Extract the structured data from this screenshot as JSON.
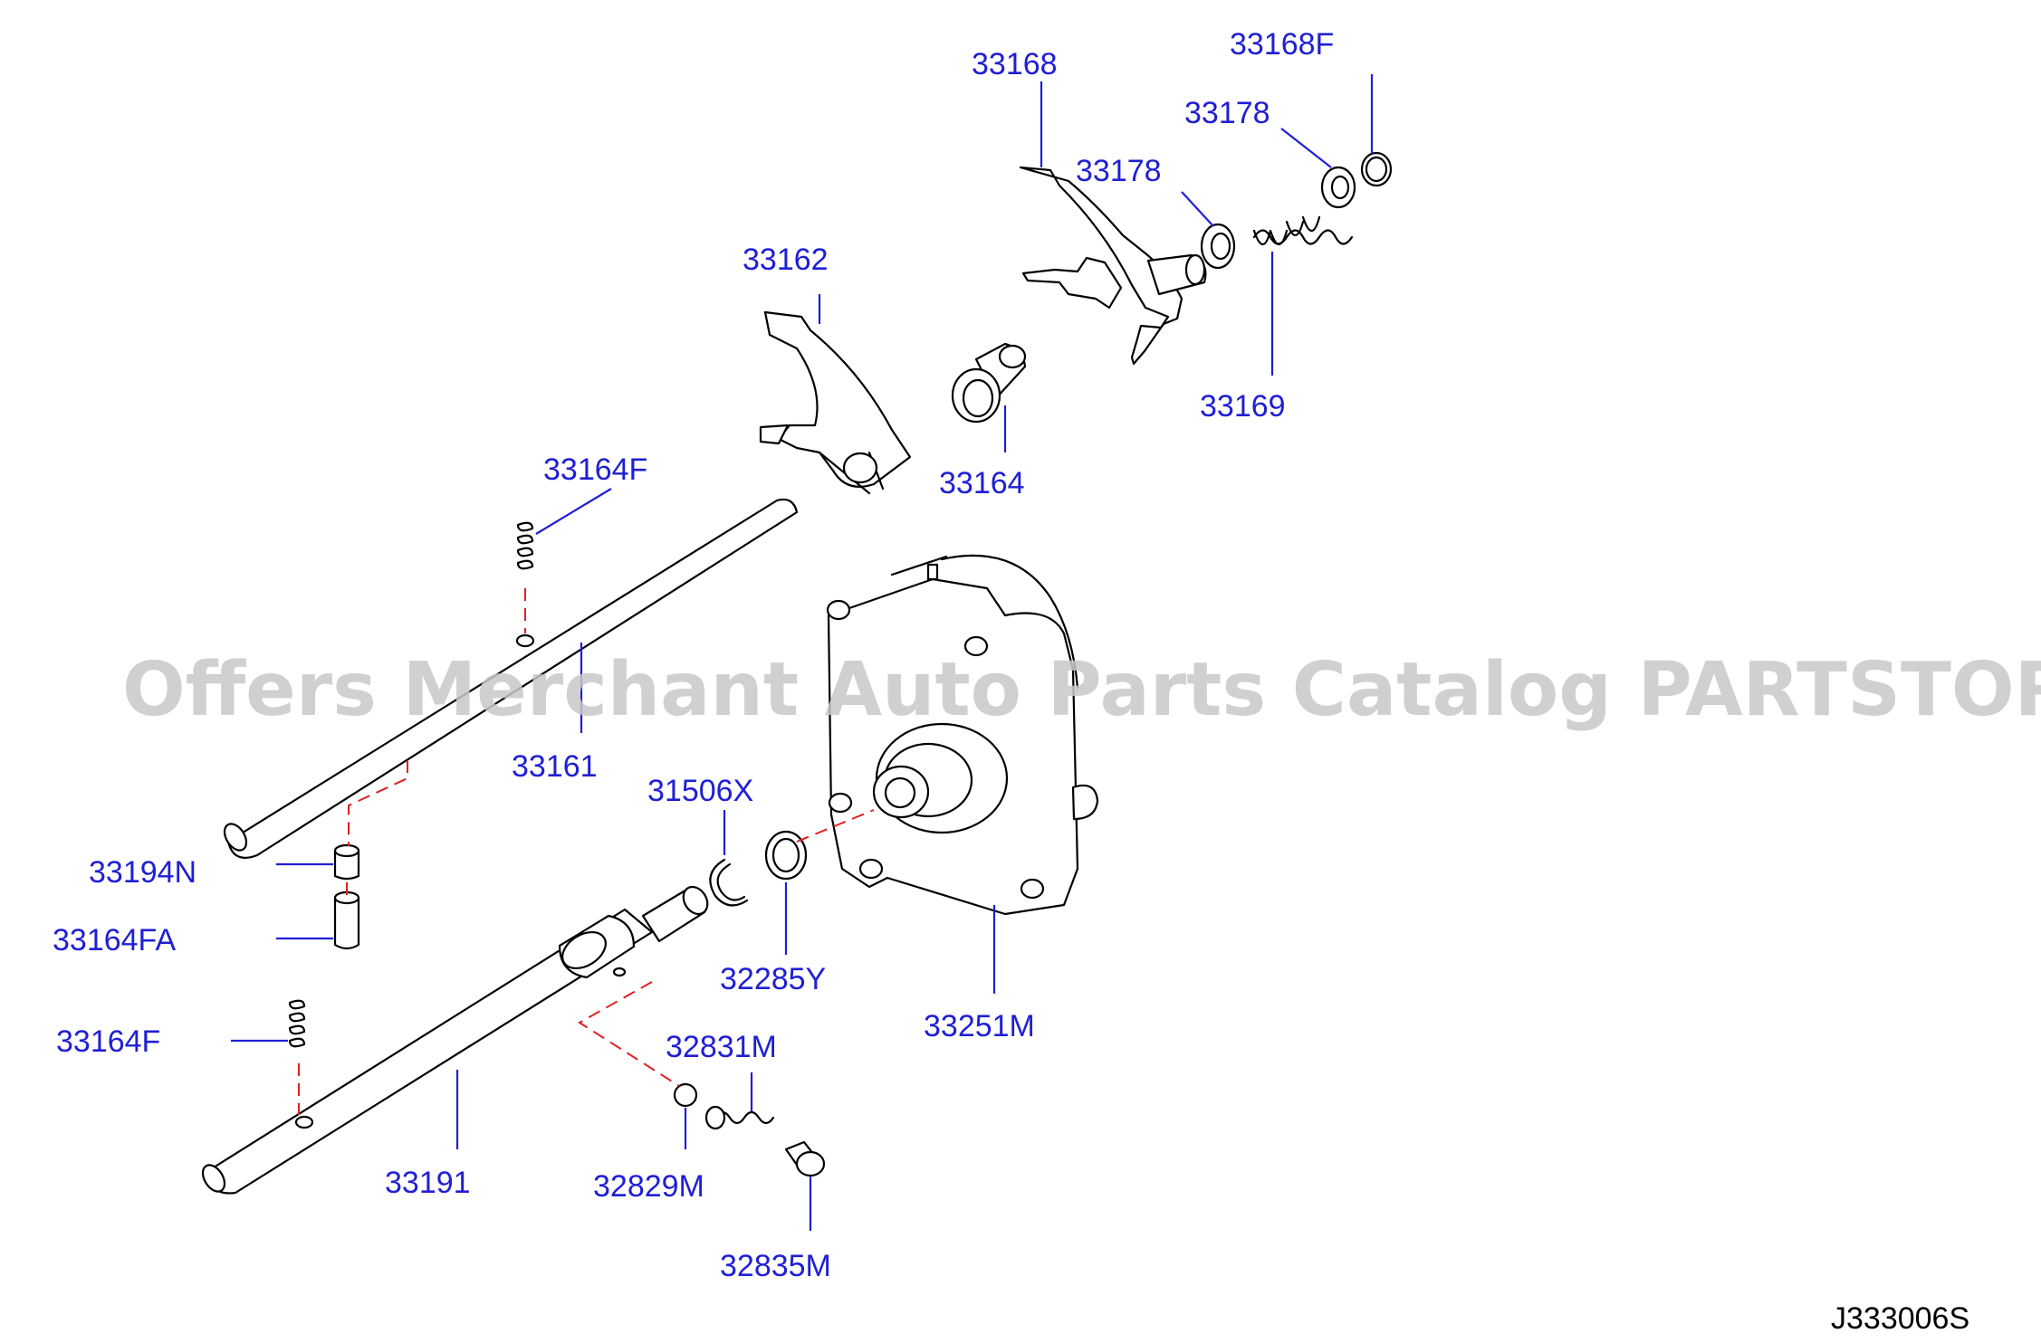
{
  "watermark": "Offers Merchant Auto Parts Catalog PARTSTORE.SA",
  "diagram_code": "J333006S",
  "colors": {
    "label": "#1f1fd6",
    "guide": "#e02020",
    "ink": "#000000",
    "watermark": "#c8c8c8"
  },
  "parts": [
    {
      "id": "p1",
      "label": "33168"
    },
    {
      "id": "p2",
      "label": "33168F"
    },
    {
      "id": "p3",
      "label": "33178"
    },
    {
      "id": "p4",
      "label": "33178"
    },
    {
      "id": "p5",
      "label": "33162"
    },
    {
      "id": "p6",
      "label": "33169"
    },
    {
      "id": "p7",
      "label": "33164F"
    },
    {
      "id": "p8",
      "label": "33164"
    },
    {
      "id": "p9",
      "label": "33161"
    },
    {
      "id": "p10",
      "label": "31506X"
    },
    {
      "id": "p11",
      "label": "33194N"
    },
    {
      "id": "p12",
      "label": "32285Y"
    },
    {
      "id": "p13",
      "label": "33164FA"
    },
    {
      "id": "p14",
      "label": "33251M"
    },
    {
      "id": "p15",
      "label": "32831M"
    },
    {
      "id": "p16",
      "label": "33164F"
    },
    {
      "id": "p17",
      "label": "33191"
    },
    {
      "id": "p18",
      "label": "32829M"
    },
    {
      "id": "p19",
      "label": "32835M"
    }
  ]
}
